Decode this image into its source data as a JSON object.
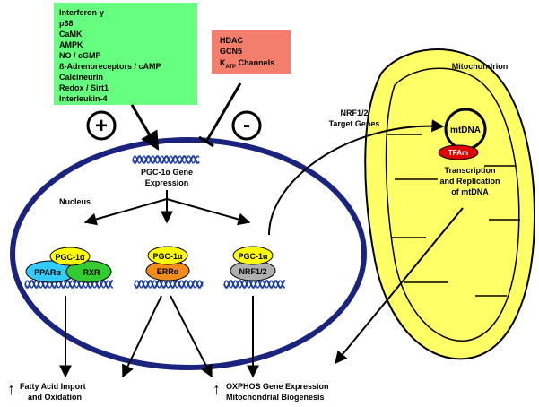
{
  "activators": {
    "items": [
      "Interferon-γ",
      "p38",
      "CaMK",
      "AMPK",
      "NO / cGMP",
      "ß-Adrenoreceptors / cAMP",
      "Calcineurin",
      "Redox / Sirt1",
      "Interleukin-4"
    ],
    "sign": "+"
  },
  "inhibitors": {
    "items": [
      "HDAC",
      "GCN5"
    ],
    "katp_prefix": "K",
    "katp_sub": "ATP",
    "katp_suffix": " Channels",
    "sign": "-"
  },
  "nucleus": {
    "label": "Nucleus",
    "gene_line1": "PGC-1α Gene",
    "gene_line2": "Expression"
  },
  "complexes": {
    "left": {
      "top": "PGC-1α",
      "a": "PPARα",
      "b": "RXR"
    },
    "middle": {
      "top": "PGC-1α",
      "a": "ERRα"
    },
    "right": {
      "top": "PGC-1α",
      "a": "NRF1/2"
    }
  },
  "mito": {
    "label": "Mitochondrion",
    "mtdna": "mtDNA",
    "tfam": "TFAm",
    "transcription": [
      "Transcription",
      "and Replication",
      "of mtDNA"
    ]
  },
  "targets": {
    "line1": "NRF1/2",
    "line2": "Target Genes"
  },
  "outputs": {
    "fatty": [
      "Fatty Acid Import",
      "and Oxidation"
    ],
    "oxphos": [
      "OXPHOS Gene Expression",
      "Mitochondrial Biogenesis"
    ],
    "up_arrow": "↑"
  },
  "colors": {
    "activator_box": "#66ff80",
    "inhibitor_box": "#f47e6c",
    "nucleus_border": "#1a237e",
    "mito_fill": "#ffff66",
    "pgc": "#ffff00",
    "ppar": "#33ccff",
    "rxr": "#33cc33",
    "err": "#f28c1a",
    "nrf": "#b0b0b0",
    "tfam": "#e00000",
    "dna": "#1f3f9f"
  }
}
